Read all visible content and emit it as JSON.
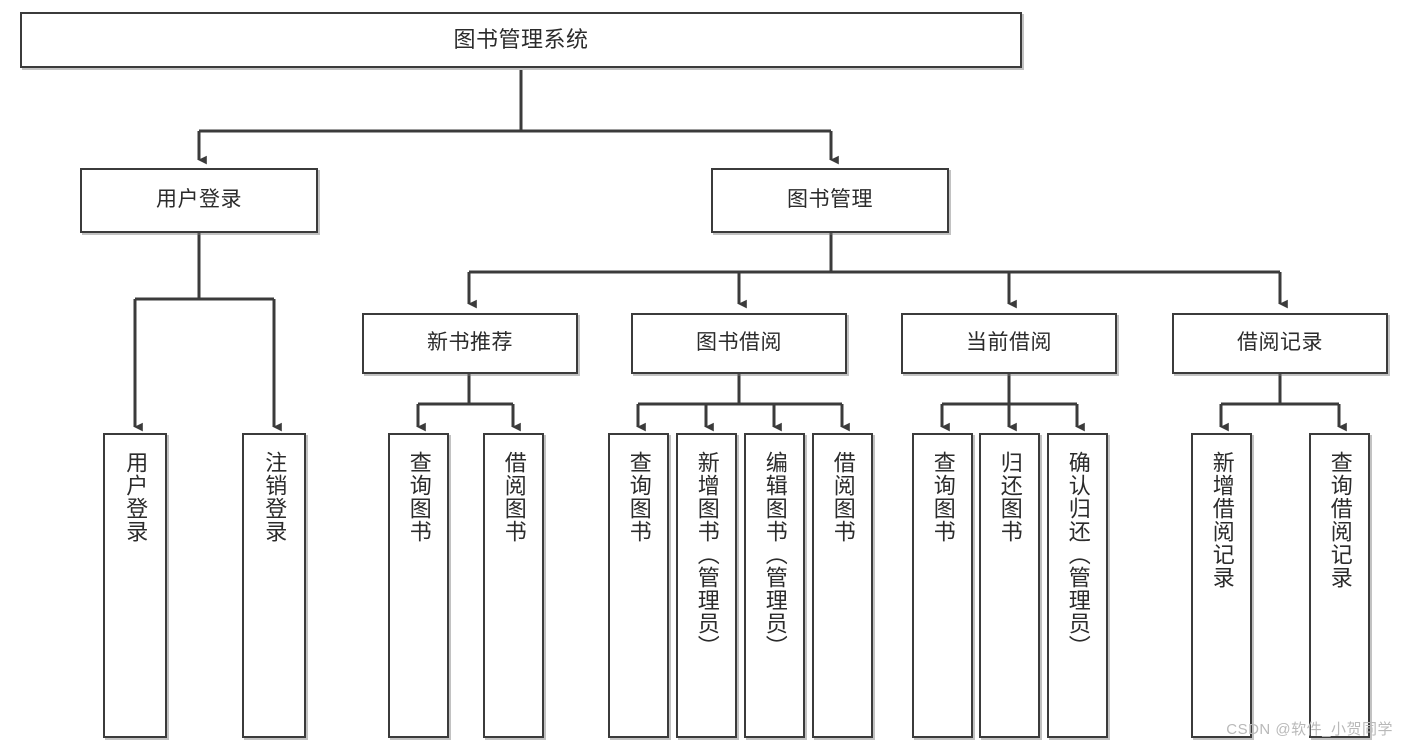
{
  "diagram": {
    "title": "图书管理系统",
    "type": "tree-hierarchy-diagram",
    "accent_line_color": "#3b3b3b",
    "box_border_color": "#3b3b3b",
    "box_fill_color": "#ffffff",
    "text_color": "#2b2b2b"
  },
  "nodes": {
    "root": {
      "label": "图书管理系统"
    },
    "level2": [
      {
        "label": "用户登录"
      },
      {
        "label": "图书管理"
      }
    ],
    "level3": [
      {
        "label": "新书推荐"
      },
      {
        "label": "图书借阅"
      },
      {
        "label": "当前借阅"
      },
      {
        "label": "借阅记录"
      }
    ],
    "leaves": {
      "user_login": [
        {
          "label": "用户登录"
        },
        {
          "label": "注销登录"
        }
      ],
      "new_book_recommend": [
        {
          "label": "查询图书"
        },
        {
          "label": "借阅图书"
        }
      ],
      "book_borrow": [
        {
          "label": "查询图书"
        },
        {
          "label": "新增图书（管理员）"
        },
        {
          "label": "编辑图书（管理员）"
        },
        {
          "label": "借阅图书"
        }
      ],
      "current_borrow": [
        {
          "label": "查询图书"
        },
        {
          "label": "归还图书"
        },
        {
          "label": "确认归还（管理员）"
        }
      ],
      "borrow_record": [
        {
          "label": "新增借阅记录"
        },
        {
          "label": "查询借阅记录"
        }
      ]
    }
  },
  "watermark": {
    "text": "CSDN @软件_小贺同学"
  }
}
